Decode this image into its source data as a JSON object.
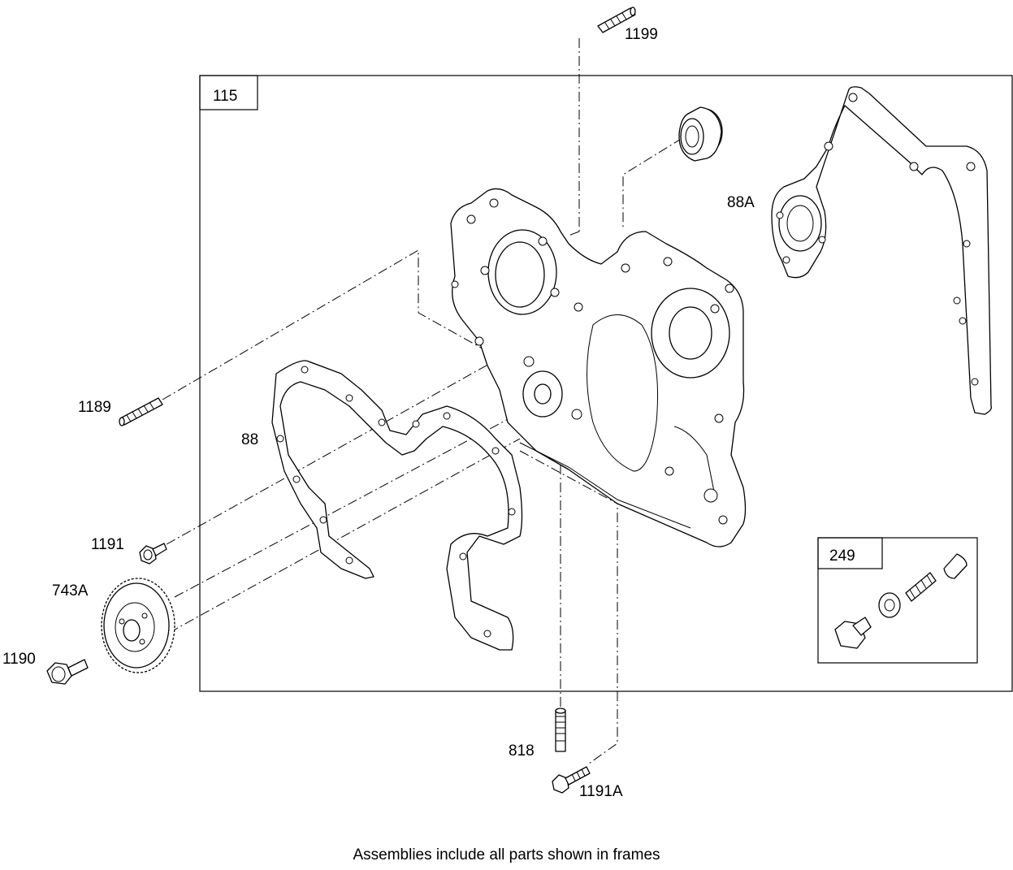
{
  "frames": [
    {
      "id": "main",
      "label": "115"
    },
    {
      "id": "sub",
      "label": "249"
    }
  ],
  "callouts": {
    "c1199": "1199",
    "c88a": "88A",
    "c1189": "1189",
    "c88": "88",
    "c1191": "1191",
    "c743a": "743A",
    "c1190": "1190",
    "c818": "818",
    "c1191a": "1191A"
  },
  "footnote": "Assemblies include all parts shown in frames",
  "icons": [
    "bolt",
    "stud",
    "gear",
    "gasket",
    "cover",
    "seal",
    "valve-kit"
  ]
}
